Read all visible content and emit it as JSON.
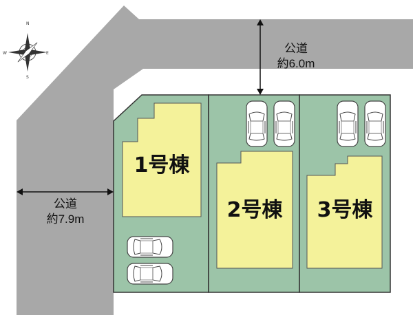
{
  "compass": {
    "icon": "compass-rose-icon",
    "north": "N",
    "south": "S",
    "east": "E",
    "west": "W"
  },
  "roads": {
    "north": {
      "name": "公道",
      "width": "約6.0m"
    },
    "west": {
      "name": "公道",
      "width": "約7.9m"
    }
  },
  "lots": [
    {
      "label": "1号棟"
    },
    {
      "label": "2号棟"
    },
    {
      "label": "3号棟"
    }
  ],
  "colors": {
    "road": "#a8a8a8",
    "lot": "#9cc4a8",
    "building": "#f4f29a",
    "outline": "#333333"
  },
  "cars": {
    "icon": "car-icon",
    "count": 6
  }
}
